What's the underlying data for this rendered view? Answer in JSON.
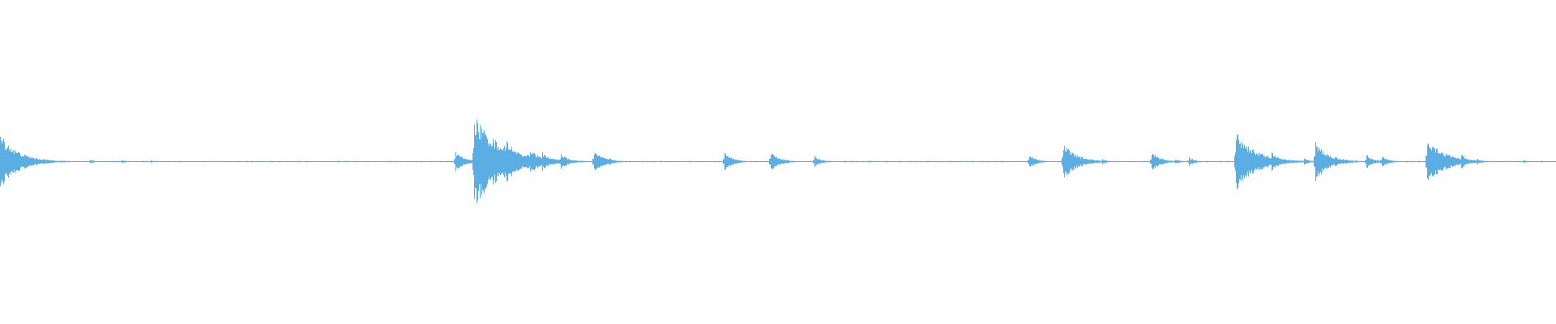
{
  "waveform": {
    "color": "#5aaee3",
    "background": "#ffffff",
    "baseline_amplitude": 0.012,
    "peaks": [
      {
        "t": 0.0,
        "amp": 0.6
      },
      {
        "t": 0.003,
        "amp": 0.3
      },
      {
        "t": 0.017,
        "amp": 0.12
      },
      {
        "t": 0.058,
        "amp": 0.05
      },
      {
        "t": 0.078,
        "amp": 0.04
      },
      {
        "t": 0.097,
        "amp": 0.03
      },
      {
        "t": 0.293,
        "amp": 0.22
      },
      {
        "t": 0.305,
        "amp": 1.0
      },
      {
        "t": 0.326,
        "amp": 0.45
      },
      {
        "t": 0.341,
        "amp": 0.28
      },
      {
        "t": 0.349,
        "amp": 0.2
      },
      {
        "t": 0.361,
        "amp": 0.18
      },
      {
        "t": 0.382,
        "amp": 0.25
      },
      {
        "t": 0.392,
        "amp": 0.08
      },
      {
        "t": 0.466,
        "amp": 0.2
      },
      {
        "t": 0.496,
        "amp": 0.22
      },
      {
        "t": 0.524,
        "amp": 0.12
      },
      {
        "t": 0.662,
        "amp": 0.15
      },
      {
        "t": 0.684,
        "amp": 0.4
      },
      {
        "t": 0.709,
        "amp": 0.06
      },
      {
        "t": 0.741,
        "amp": 0.22
      },
      {
        "t": 0.756,
        "amp": 0.06
      },
      {
        "t": 0.765,
        "amp": 0.1
      },
      {
        "t": 0.795,
        "amp": 0.65
      },
      {
        "t": 0.818,
        "amp": 0.2
      },
      {
        "t": 0.839,
        "amp": 0.07
      },
      {
        "t": 0.846,
        "amp": 0.42
      },
      {
        "t": 0.879,
        "amp": 0.15
      },
      {
        "t": 0.889,
        "amp": 0.12
      },
      {
        "t": 0.918,
        "amp": 0.55
      },
      {
        "t": 0.94,
        "amp": 0.15
      },
      {
        "t": 0.95,
        "amp": 0.07
      },
      {
        "t": 0.98,
        "amp": 0.03
      }
    ]
  }
}
